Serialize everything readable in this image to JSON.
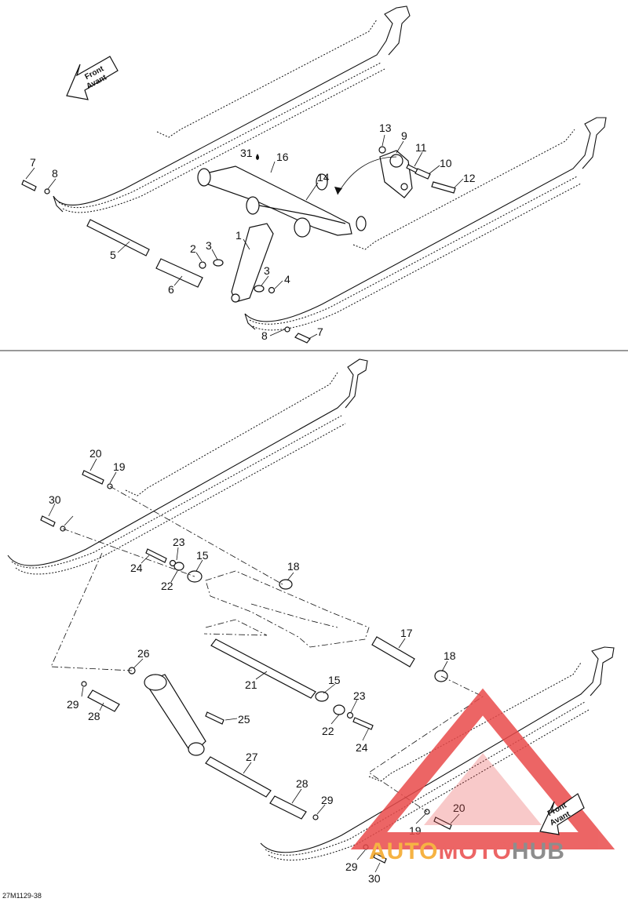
{
  "diagram": {
    "reference_code": "27M1129-38",
    "front_arrow": {
      "line1": "Front",
      "line2": "Avant"
    },
    "watermark": {
      "part1": "AUTO",
      "part2": "MOTO",
      "part3": "HUB",
      "color1": "#f5a623",
      "color2": "#e94b4b",
      "color3": "#7a7a7a"
    },
    "top_callouts": [
      "1",
      "2",
      "3",
      "3",
      "4",
      "5",
      "6",
      "7",
      "7",
      "8",
      "8",
      "9",
      "10",
      "11",
      "12",
      "13",
      "14",
      "16",
      "31"
    ],
    "bottom_callouts": [
      "15",
      "15",
      "17",
      "18",
      "18",
      "19",
      "19",
      "20",
      "20",
      "21",
      "22",
      "22",
      "23",
      "23",
      "24",
      "24",
      "25",
      "26",
      "27",
      "28",
      "28",
      "29",
      "29",
      "29",
      "30",
      "30"
    ]
  }
}
